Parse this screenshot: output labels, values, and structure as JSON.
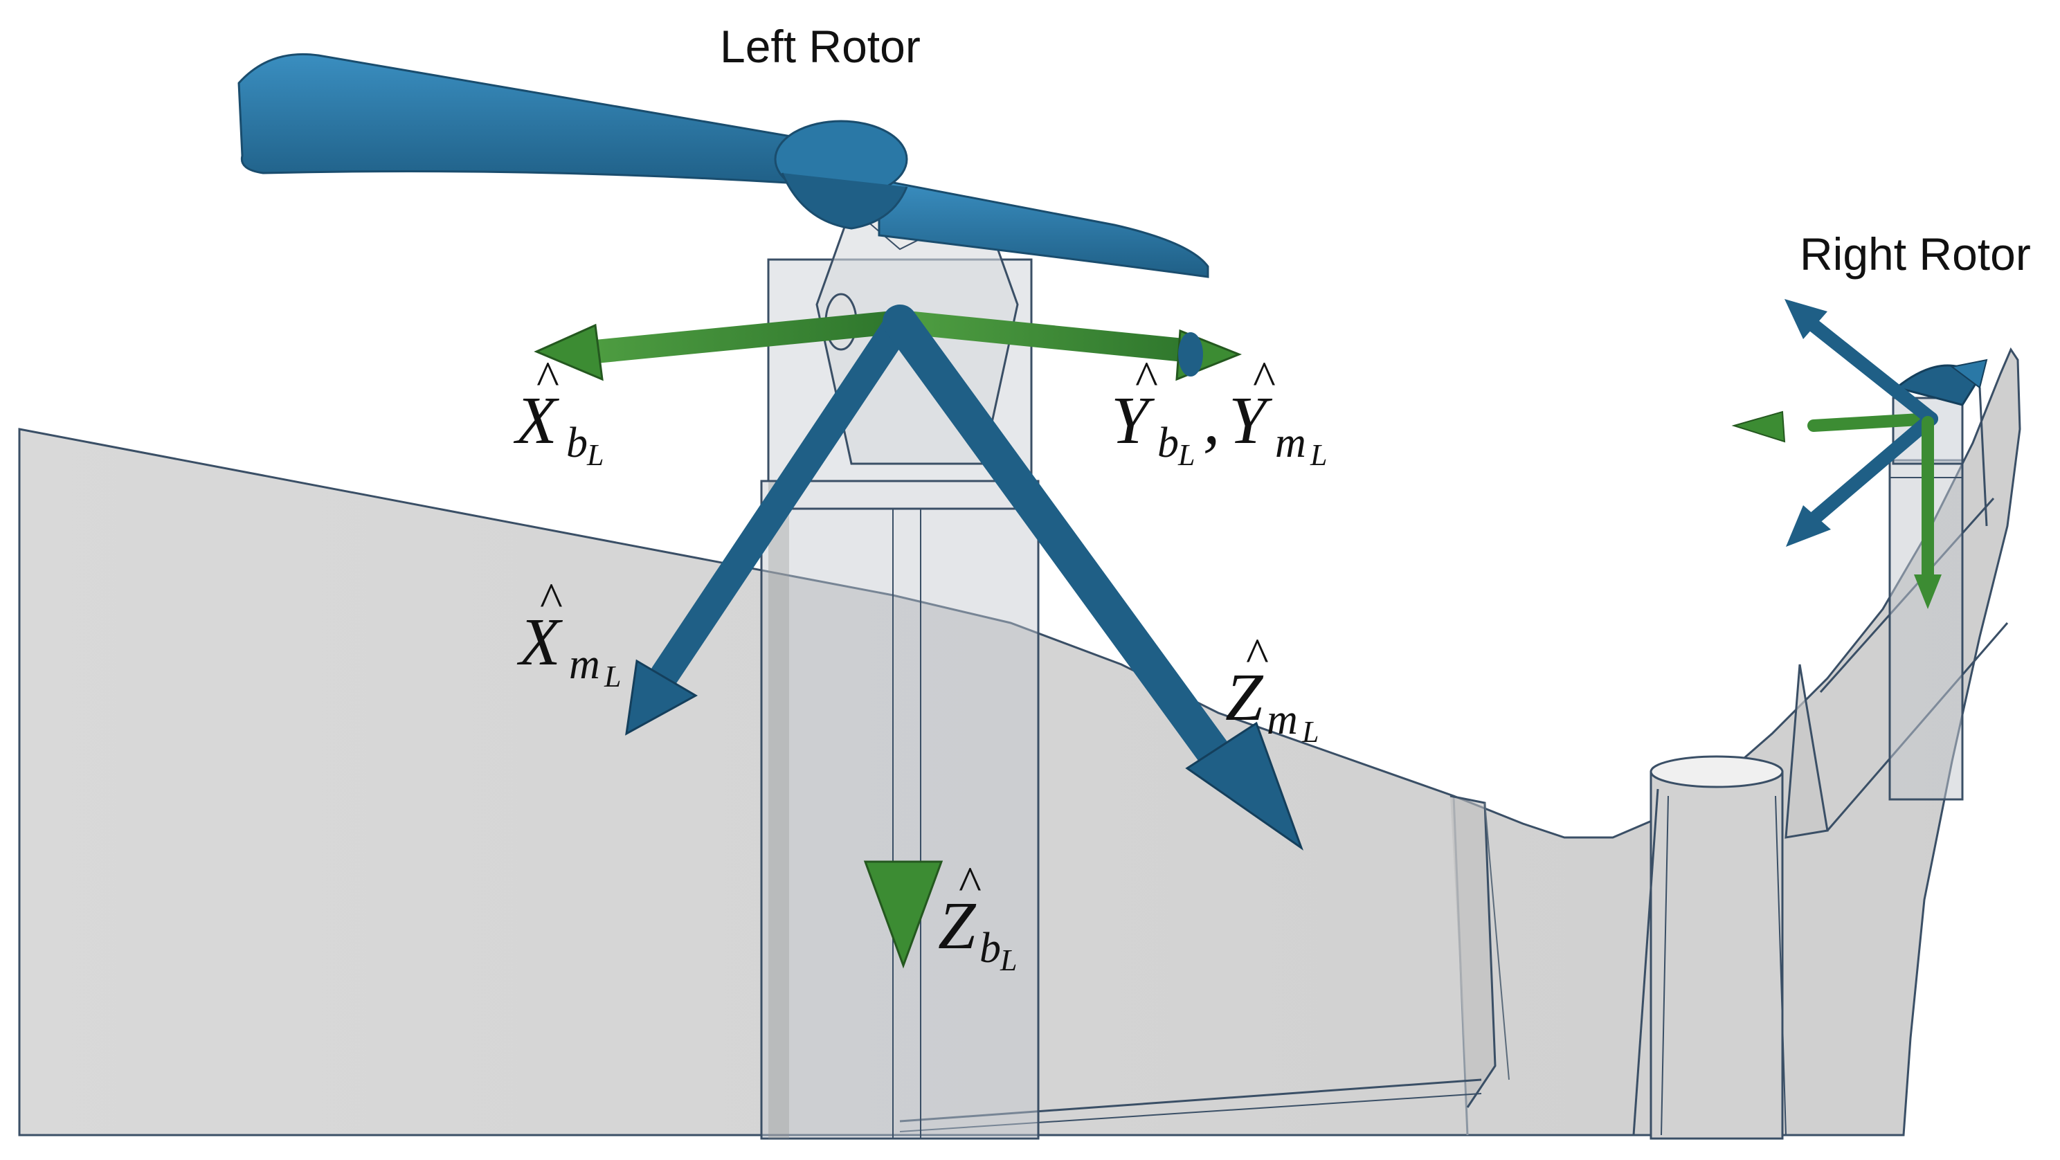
{
  "rotors": {
    "left_title": "Left Rotor",
    "right_title": "Right Rotor"
  },
  "axis_labels": {
    "x_body_left": {
      "base": "X",
      "sub": "b",
      "subsub": "L"
    },
    "y_body_motor_left": {
      "base1": "Y",
      "sub1": "b",
      "subsub1": "L",
      "sep": ",",
      "base2": "Y",
      "sub2": "m",
      "subsub2": "L"
    },
    "x_motor_left": {
      "base": "X",
      "sub": "m",
      "subsub": "L"
    },
    "z_motor_left": {
      "base": "Z",
      "sub": "m",
      "subsub": "L"
    },
    "z_body_left": {
      "base": "Z",
      "sub": "b",
      "subsub": "L"
    },
    "hat": "^"
  },
  "colors": {
    "body_frame_arrows": "#3c8c33",
    "motor_frame_arrows": "#1f5f86",
    "rotor_blade": "#2a78a6",
    "wing_surface": "#d6d6d6",
    "wing_outline": "#3a4f66",
    "mount_glass": "#c7ccd2"
  }
}
